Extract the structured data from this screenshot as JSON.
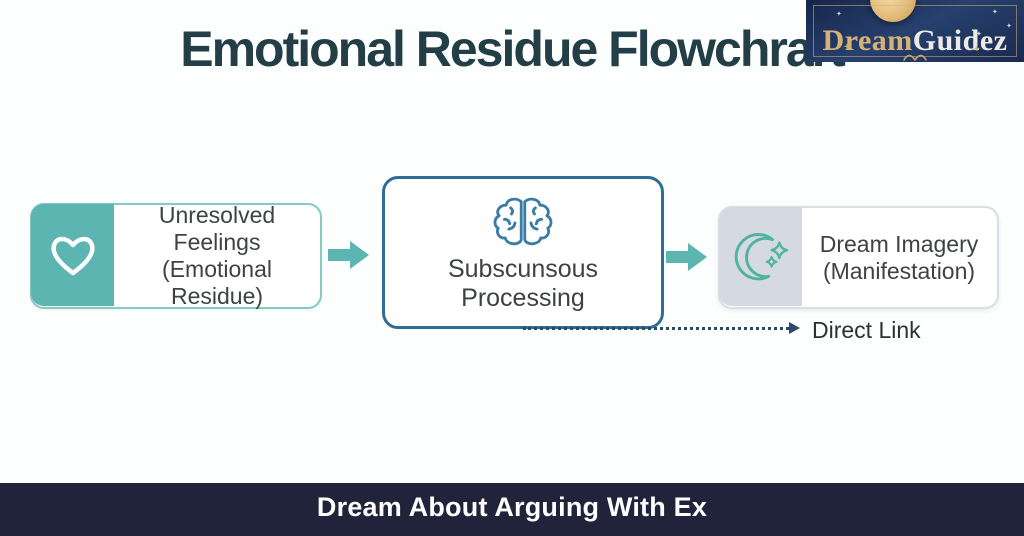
{
  "title": "Emotional Residue Flowchrart",
  "logo": {
    "name": "DreamGuidez",
    "part1": "Dream",
    "part2": "Guidez"
  },
  "flowchart": {
    "nodes": [
      {
        "id": "unresolved-feelings",
        "icon": "heart-icon",
        "line1": "Unresolved Feelings",
        "line2": "(Emotional Residue)"
      },
      {
        "id": "subconscious-processing",
        "icon": "brain-icon",
        "label": "Subscunsous Processing"
      },
      {
        "id": "dream-imagery",
        "icon": "moon-stars-icon",
        "line1": "Dream Imagery",
        "line2": "(Manifestation)"
      }
    ],
    "direct_link_label": "Direct Link"
  },
  "footer": {
    "caption": "Dream About Arguing With Ex"
  },
  "colors": {
    "accent_teal": "#5cb5b1",
    "node_border_blue": "#2e6d96",
    "brain_icon_blue": "#3b7ca6",
    "moon_icon_teal": "#4fb3a1",
    "dotted_link_navy": "#2a4a6b",
    "footer_navy": "#20233a",
    "logo_navy": "#1f3356",
    "logo_gold": "#d8b275",
    "title_color": "#233e46",
    "text_dark": "#3f4245"
  }
}
